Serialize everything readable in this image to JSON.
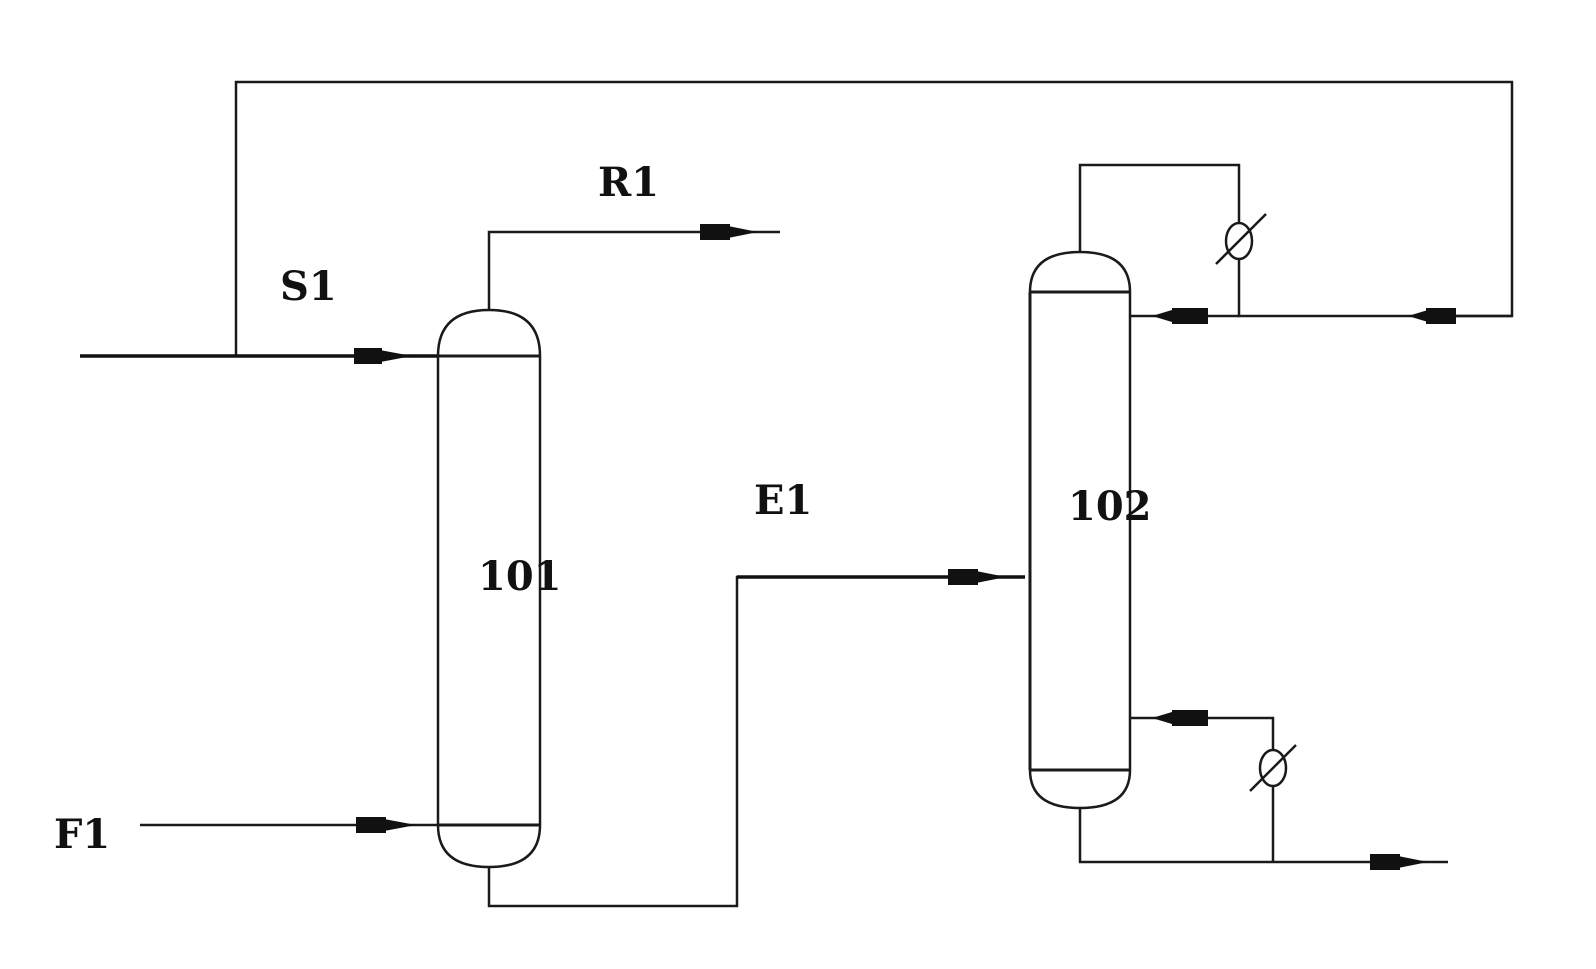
{
  "labels": {
    "stream_s1": "S1",
    "stream_r1": "R1",
    "stream_e1": "E1",
    "stream_f1": "F1",
    "column_101": "101",
    "column_102": "102"
  }
}
